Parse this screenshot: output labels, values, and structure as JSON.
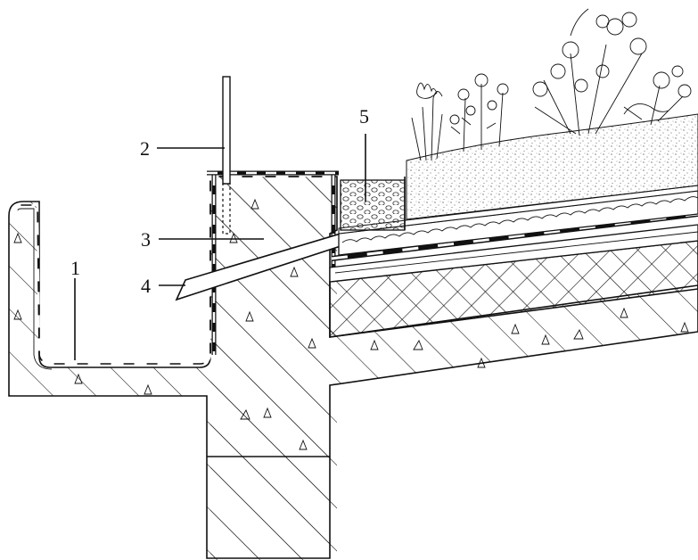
{
  "figure": {
    "callouts": [
      {
        "id": "callout-1",
        "label": "1"
      },
      {
        "id": "callout-2",
        "label": "2"
      },
      {
        "id": "callout-3",
        "label": "3"
      },
      {
        "id": "callout-4",
        "label": "4"
      },
      {
        "id": "callout-5",
        "label": "5"
      }
    ]
  },
  "colors": {
    "ink": "#111111",
    "paper": "#ffffff"
  }
}
